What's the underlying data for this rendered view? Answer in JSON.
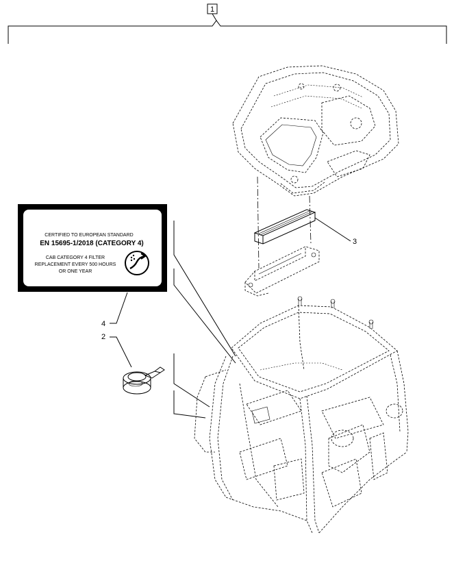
{
  "callouts": {
    "top": "1",
    "filter_seal": "2",
    "filter": "3",
    "decal": "4"
  },
  "decal": {
    "line1": "CERTIFIED TO EUROPEAN STANDARD",
    "line2": "EN 15695-1/2018  (CATEGORY 4)",
    "line3": "CAB CATEGORY 4 FILTER",
    "line4": "REPLACEMENT EVERY 500 HOURS",
    "line5": "OR ONE YEAR",
    "icon": "air-filter-airflow-icon"
  }
}
